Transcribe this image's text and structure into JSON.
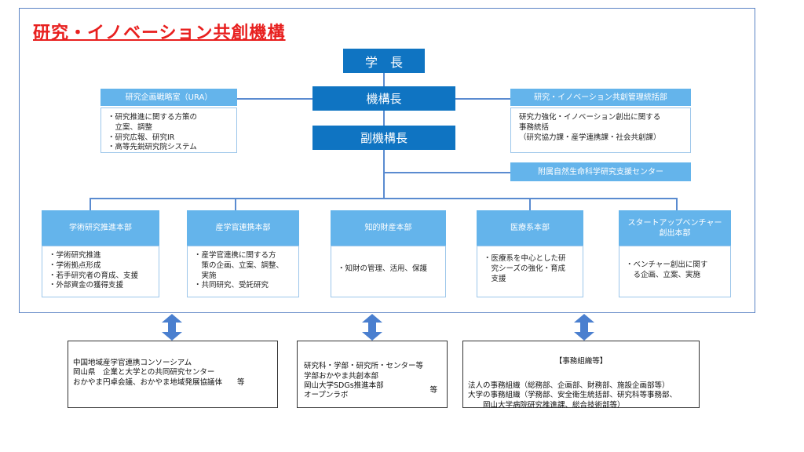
{
  "title": "研究・イノベーション共創機構",
  "president": "学　長",
  "director": "機構長",
  "vice_director": "副機構長",
  "ura": {
    "header": "研究企画戦略室（URA）",
    "body": "・研究推進に関する方策の\n　立案、調整\n・研究広報、研究IR\n・高等先鋭研究院システム"
  },
  "mgmt": {
    "header": "研究・イノベーション共創管理統括部",
    "body": "研究力強化・イノベーション創出に関する\n事務統括\n（研究協力課・産学連携課・社会共創課）"
  },
  "life_center": {
    "label": "附属自然生命科学研究支援センター"
  },
  "divisions": [
    {
      "header": "学術研究推進本部",
      "body": "・学術研究推進\n・学術拠点形成\n・若手研究者の育成、支援\n・外部資金の獲得支援"
    },
    {
      "header": "産学官連携本部",
      "body": "・産学官連携に関する方\n　策の企画、立案、調整、\n　実施\n・共同研究、受託研究"
    },
    {
      "header": "知的財産本部",
      "body": "・知財の管理、活用、保護"
    },
    {
      "header": "医療系本部",
      "body": "・医療系を中心とした研\n　究シーズの強化・育成\n　支援"
    },
    {
      "header": "スタートアップベンチャー\n創出本部",
      "body": "・ベンチャー創出に関す\n　る企画、立案、実施"
    }
  ],
  "external": {
    "left": "中国地域産学官連携コンソーシアム\n岡山県　企業と大学との共同研究センター\nおかやま円卓会議、おかやま地域発展協議体　　等",
    "center": {
      "lines": "研究科・学部・研究所・センター等\n学部おかやま共創本部\n岡山大学SDGs推進本部\nオープンラボ",
      "etc": "等"
    },
    "right": {
      "title": "【事務組織等】",
      "body": "法人の事務組織（総務部、企画部、財務部、施設企画部等）\n大学の事務組織（学務部、安全衛生統括部、研究科等事務部、\n　　岡山大学病院研究推進課、総合技術部等）"
    }
  },
  "colors": {
    "title": "#e8201f",
    "dark_box": "#0f74c2",
    "light_header": "#64b4eb",
    "connector": "#5a8bd0",
    "arrow": "#4a7fcf"
  }
}
